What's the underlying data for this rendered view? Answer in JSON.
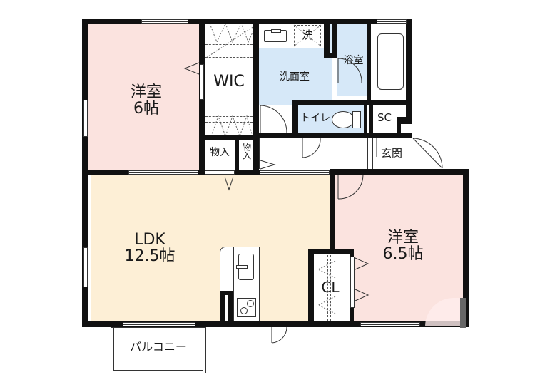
{
  "floor_plan": {
    "colors": {
      "western_room": "#fbe3df",
      "ldk": "#fdefd6",
      "wet_area": "#d6e8f8",
      "wall": "#111111",
      "white": "#ffffff"
    },
    "rooms": {
      "western_room_1": {
        "name": "洋室",
        "size": "6帖"
      },
      "wic": {
        "name": "WIC"
      },
      "storage_1": {
        "name": "物入"
      },
      "storage_2": {
        "name": "物入"
      },
      "washroom": {
        "name": "洗面室"
      },
      "washer": {
        "name": "洗"
      },
      "bathroom": {
        "name": "浴室"
      },
      "toilet": {
        "name": "トイレ"
      },
      "shoe_closet": {
        "name": "SC"
      },
      "entrance": {
        "name": "玄関"
      },
      "ldk": {
        "name": "LDK",
        "size": "12.5帖"
      },
      "western_room_2": {
        "name": "洋室",
        "size": "6.5帖"
      },
      "closet": {
        "name": "CL"
      },
      "balcony": {
        "name": "バルコニー"
      }
    }
  }
}
